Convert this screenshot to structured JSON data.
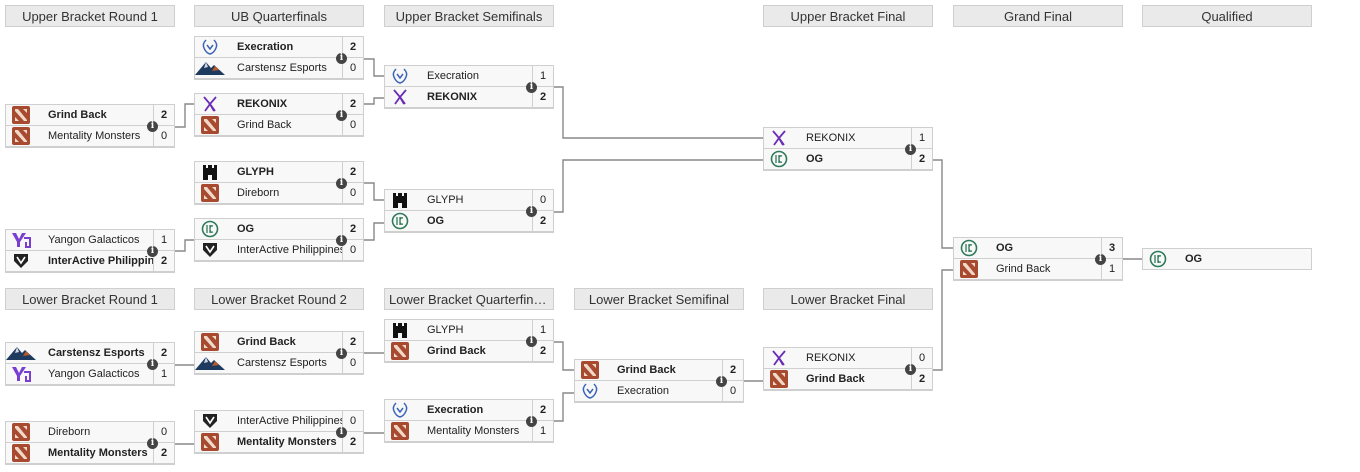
{
  "columns": {
    "ub_r1": "Upper Bracket Round 1",
    "ub_qf": "UB Quarterfinals",
    "ub_sf": "Upper Bracket Semifinals",
    "ub_final": "Upper Bracket Final",
    "grand_final": "Grand Final",
    "qualified": "Qualified",
    "lb_r1": "Lower Bracket Round 1",
    "lb_r2": "Lower Bracket Round 2",
    "lb_qf": "Lower Bracket Quarterfinals",
    "lb_sf": "Lower Bracket Semifinal",
    "lb_final": "Lower Bracket Final"
  },
  "matches": {
    "ub_r1_m1": {
      "t1": {
        "name": "Grind Back",
        "score": "2",
        "logo": "dota2-logo"
      },
      "t2": {
        "name": "Mentality Monsters",
        "score": "0",
        "logo": "dota2-logo"
      }
    },
    "ub_r1_m2": {
      "t1": {
        "name": "Yangon Galacticos",
        "score": "1",
        "logo": "yangon-logo"
      },
      "t2": {
        "name": "InterActive Philippines",
        "score": "2",
        "logo": "interactive-logo"
      }
    },
    "ub_qf_m1": {
      "t1": {
        "name": "Execration",
        "score": "2",
        "logo": "execration-logo"
      },
      "t2": {
        "name": "Carstensz Esports",
        "score": "0",
        "logo": "carstensz-logo"
      }
    },
    "ub_qf_m2": {
      "t1": {
        "name": "REKONIX",
        "score": "2",
        "logo": "rekonix-logo"
      },
      "t2": {
        "name": "Grind Back",
        "score": "0",
        "logo": "dota2-logo"
      }
    },
    "ub_qf_m3": {
      "t1": {
        "name": "GLYPH",
        "score": "2",
        "logo": "glyph-logo"
      },
      "t2": {
        "name": "Direborn",
        "score": "0",
        "logo": "dota2-logo"
      }
    },
    "ub_qf_m4": {
      "t1": {
        "name": "OG",
        "score": "2",
        "logo": "og-logo"
      },
      "t2": {
        "name": "InterActive Philippines",
        "score": "0",
        "logo": "interactive-logo"
      }
    },
    "ub_sf_m1": {
      "t1": {
        "name": "Execration",
        "score": "1",
        "logo": "execration-logo"
      },
      "t2": {
        "name": "REKONIX",
        "score": "2",
        "logo": "rekonix-logo"
      }
    },
    "ub_sf_m2": {
      "t1": {
        "name": "GLYPH",
        "score": "0",
        "logo": "glyph-logo"
      },
      "t2": {
        "name": "OG",
        "score": "2",
        "logo": "og-logo"
      }
    },
    "ub_final": {
      "t1": {
        "name": "REKONIX",
        "score": "1",
        "logo": "rekonix-logo"
      },
      "t2": {
        "name": "OG",
        "score": "2",
        "logo": "og-logo"
      }
    },
    "grand_final": {
      "t1": {
        "name": "OG",
        "score": "3",
        "logo": "og-logo"
      },
      "t2": {
        "name": "Grind Back",
        "score": "1",
        "logo": "dota2-logo"
      }
    },
    "qualified": {
      "t1": {
        "name": "OG",
        "logo": "og-logo"
      }
    },
    "lb_r1_m1": {
      "t1": {
        "name": "Carstensz Esports",
        "score": "2",
        "logo": "carstensz-logo"
      },
      "t2": {
        "name": "Yangon Galacticos",
        "score": "1",
        "logo": "yangon-logo"
      }
    },
    "lb_r1_m2": {
      "t1": {
        "name": "Direborn",
        "score": "0",
        "logo": "dota2-logo"
      },
      "t2": {
        "name": "Mentality Monsters",
        "score": "2",
        "logo": "dota2-logo"
      }
    },
    "lb_r2_m1": {
      "t1": {
        "name": "Grind Back",
        "score": "2",
        "logo": "dota2-logo"
      },
      "t2": {
        "name": "Carstensz Esports",
        "score": "0",
        "logo": "carstensz-logo"
      }
    },
    "lb_r2_m2": {
      "t1": {
        "name": "InterActive Philippines",
        "score": "0",
        "logo": "interactive-logo"
      },
      "t2": {
        "name": "Mentality Monsters",
        "score": "2",
        "logo": "dota2-logo"
      }
    },
    "lb_qf_m1": {
      "t1": {
        "name": "GLYPH",
        "score": "1",
        "logo": "glyph-logo"
      },
      "t2": {
        "name": "Grind Back",
        "score": "2",
        "logo": "dota2-logo"
      }
    },
    "lb_qf_m2": {
      "t1": {
        "name": "Execration",
        "score": "2",
        "logo": "execration-logo"
      },
      "t2": {
        "name": "Mentality Monsters",
        "score": "1",
        "logo": "dota2-logo"
      }
    },
    "lb_sf": {
      "t1": {
        "name": "Grind Back",
        "score": "2",
        "logo": "dota2-logo"
      },
      "t2": {
        "name": "Execration",
        "score": "0",
        "logo": "execration-logo"
      }
    },
    "lb_final": {
      "t1": {
        "name": "REKONIX",
        "score": "0",
        "logo": "rekonix-logo"
      },
      "t2": {
        "name": "Grind Back",
        "score": "2",
        "logo": "dota2-logo"
      }
    }
  },
  "info_icon": "i",
  "colors": {
    "dota_red": "#a84a2f",
    "rekonix_purple": "#6a2bb5",
    "yangon_purple": "#7a3fd0",
    "execration_blue": "#3b63b8",
    "og_green": "#2f7a5a"
  }
}
